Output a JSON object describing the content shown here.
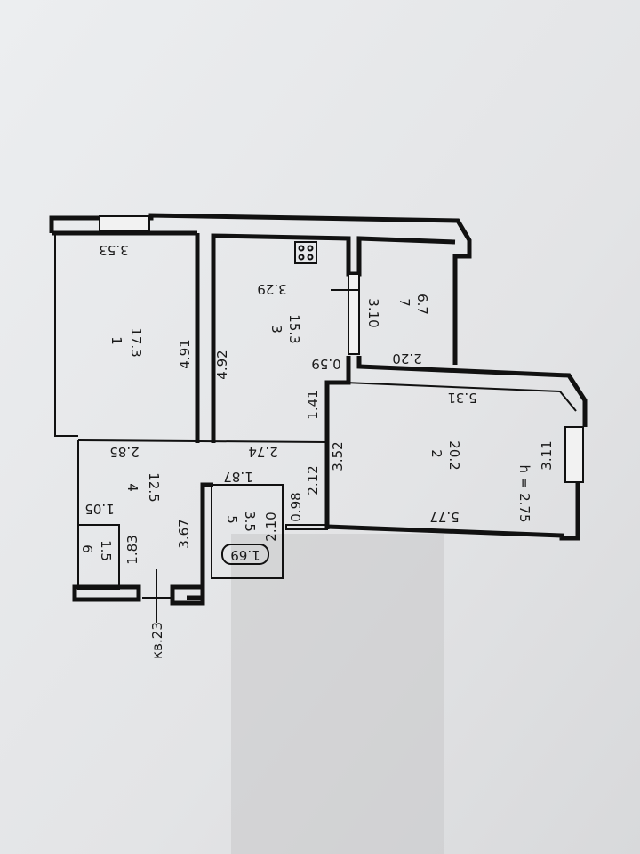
{
  "plan": {
    "apartment_label": "кв.23",
    "ceiling_height": "h = 2.75",
    "rooms": [
      {
        "number": "1",
        "area": "17.3",
        "dims": [
          "3.53",
          "4.91"
        ]
      },
      {
        "number": "2",
        "area": "20.2",
        "dims": [
          "5.31",
          "5.77",
          "3.11",
          "3.52"
        ]
      },
      {
        "number": "3",
        "area": "15.3",
        "dims": [
          "3.29",
          "4.92"
        ]
      },
      {
        "number": "4",
        "area": "12.5",
        "dims": [
          "2.85",
          "2.74",
          "3.67"
        ]
      },
      {
        "number": "5",
        "area": "3.5",
        "dims": [
          "1.87",
          "2.10"
        ]
      },
      {
        "number": "6",
        "area": "1.5",
        "dims": [
          "1.05",
          "1.83"
        ]
      },
      {
        "number": "7",
        "area": "6.7",
        "dims": [
          "3.10",
          "2.20"
        ]
      }
    ],
    "other_dims": [
      "0.59",
      "1.41",
      "2.12",
      "0.98"
    ],
    "bathtub_label": "1.69"
  }
}
